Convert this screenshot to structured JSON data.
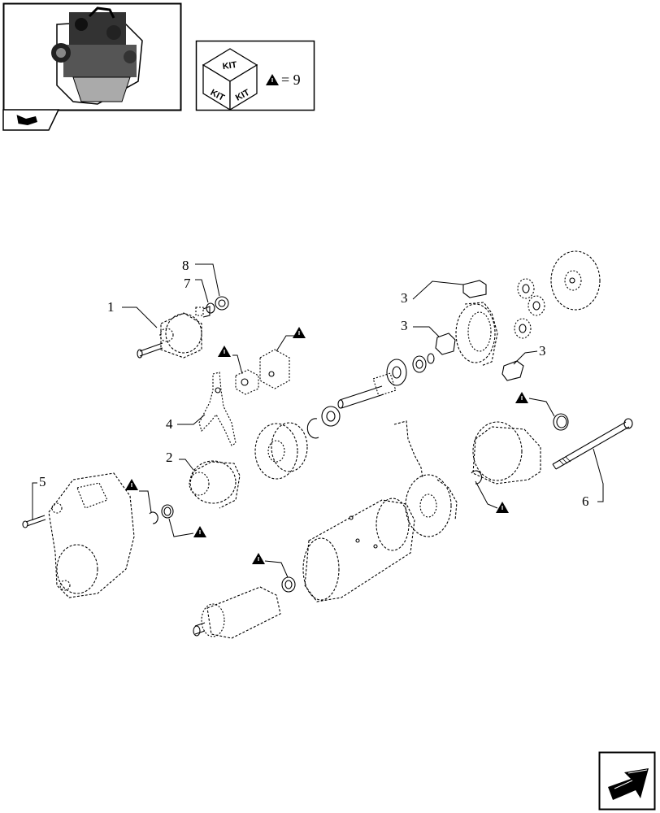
{
  "header": {
    "kit_label": "KIT",
    "kit_count": "= 9",
    "thumbnail_icon": "engine-icon",
    "nav_icon": "previous-page-icon"
  },
  "callouts": [
    {
      "id": "c1",
      "text": "1"
    },
    {
      "id": "c2",
      "text": "2"
    },
    {
      "id": "c3a",
      "text": "3"
    },
    {
      "id": "c3b",
      "text": "3"
    },
    {
      "id": "c3c",
      "text": "3"
    },
    {
      "id": "c4",
      "text": "4"
    },
    {
      "id": "c5",
      "text": "5"
    },
    {
      "id": "c6",
      "text": "6"
    },
    {
      "id": "c7",
      "text": "7"
    },
    {
      "id": "c8",
      "text": "8"
    }
  ],
  "footer": {
    "nav_icon": "next-page-icon"
  },
  "colors": {
    "line": "#000000",
    "background": "#ffffff"
  }
}
